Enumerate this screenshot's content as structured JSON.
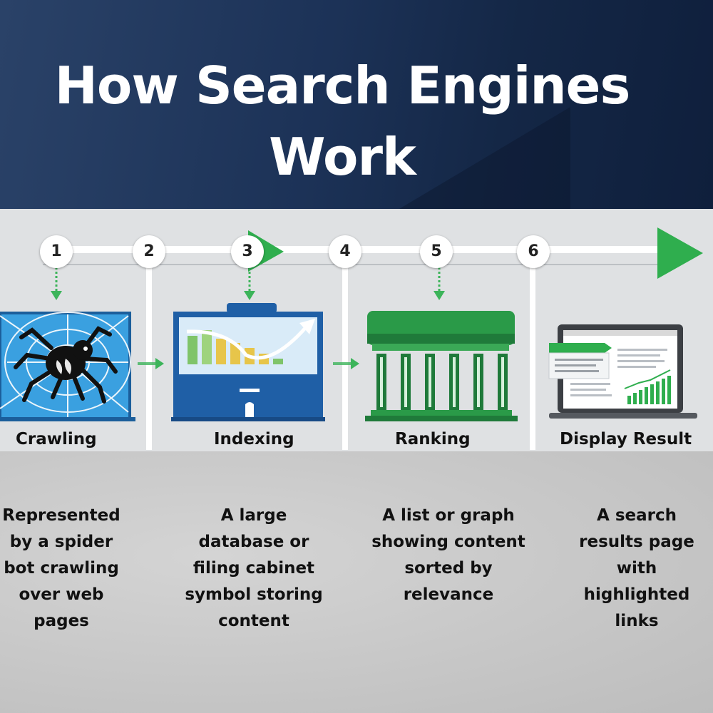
{
  "title": "How Search Engines Work",
  "steps": [
    {
      "number": "1",
      "label": "Crawling",
      "description": "Represented by a spider bot crawling over web pages"
    },
    {
      "number": "2"
    },
    {
      "number": "3",
      "label": "Indexing",
      "description": "A large database or filing cabinet symbol storing content"
    },
    {
      "number": "4"
    },
    {
      "number": "5",
      "label": "Ranking",
      "description": "A list or graph showing content sorted by relevance"
    },
    {
      "number": "6",
      "label": "Display Result",
      "description": "A search results page with highlighted links"
    }
  ],
  "colors": {
    "header": "#1c3257",
    "accent_green": "#2fae4e",
    "dark_green": "#1f7a3a",
    "blue": "#1f5fa6"
  },
  "icons": [
    "spider-web-icon",
    "filing-cabinet-chart-icon",
    "pillar-building-icon",
    "laptop-results-icon"
  ]
}
